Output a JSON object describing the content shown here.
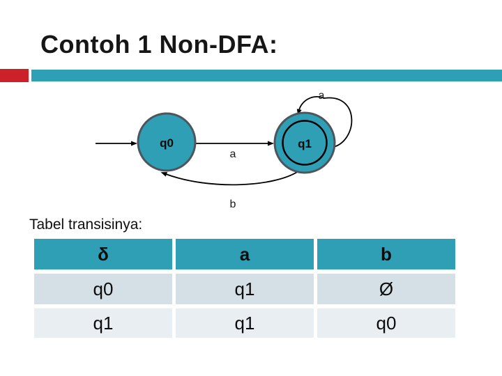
{
  "title": "Contoh 1 Non-DFA:",
  "caption": "Tabel transisinya:",
  "colors": {
    "accent_teal": "#2e9fb5",
    "accent_red": "#cd2129",
    "table_header_bg": "#2e9fb5",
    "table_row_odd_bg": "#d4e0e6",
    "table_row_even_bg": "#e9eef2",
    "state_fill": "#2e9fb5",
    "state_border": "#4d565c",
    "line_color": "#000000"
  },
  "automaton": {
    "states": [
      {
        "name": "q0",
        "start": true,
        "accepting": false
      },
      {
        "name": "q1",
        "start": false,
        "accepting": true
      }
    ],
    "transitions": [
      {
        "from": "q0",
        "to": "q1",
        "symbol": "a"
      },
      {
        "from": "q1",
        "to": "q1",
        "symbol": "a"
      },
      {
        "from": "q1",
        "to": "q0",
        "symbol": "b"
      }
    ]
  },
  "table": {
    "headers": [
      "δ",
      "a",
      "b"
    ],
    "rows": [
      [
        "q0",
        "q1",
        "Ø"
      ],
      [
        "q1",
        "q1",
        "q0"
      ]
    ]
  }
}
